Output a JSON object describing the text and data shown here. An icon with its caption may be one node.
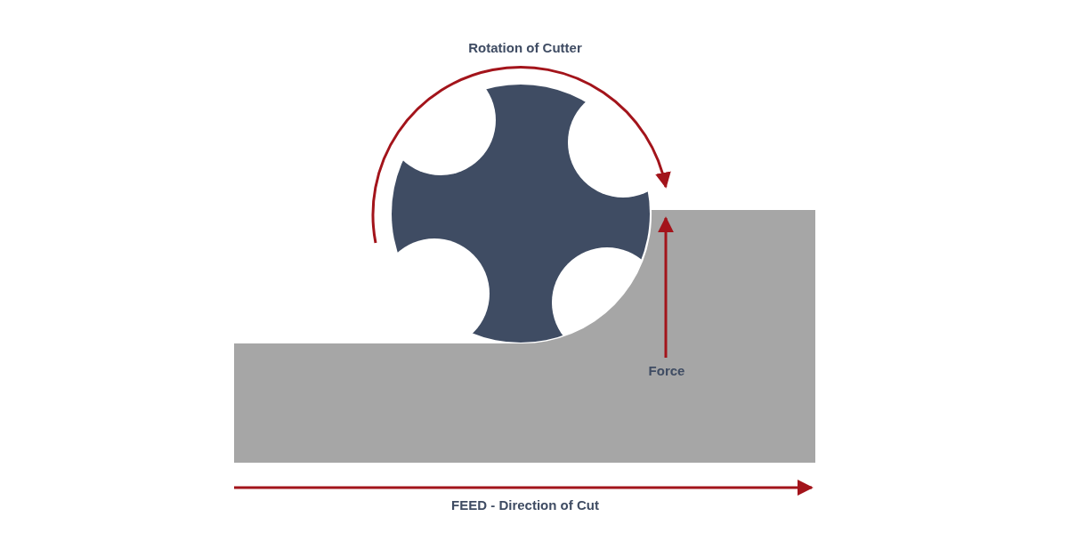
{
  "diagram": {
    "labels": [
      "Rotation of Cutter",
      "Force",
      "FEED - Direction of Cut"
    ]
  }
}
